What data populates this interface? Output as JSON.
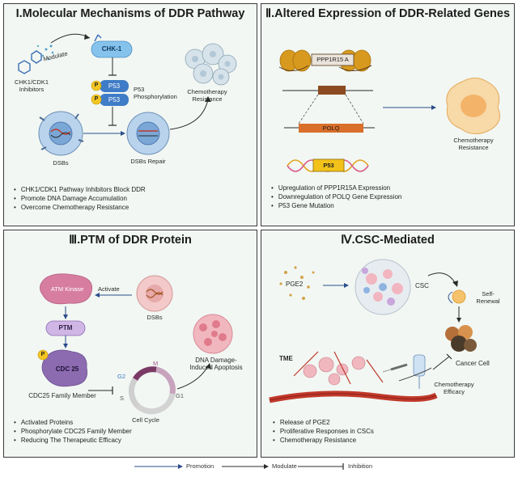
{
  "panels": {
    "p1": {
      "title": "I.Molecular Mechanisms of DDR Pathway",
      "labels": {
        "modulate": "Modulate",
        "chk1": "CHK-1",
        "inhibitors": "CHK1/CDK1 Inhibitors",
        "p": "P",
        "p53": "P53",
        "phospho": "P53 Phosphorylation",
        "chemo": "Chemotherapy Resistance",
        "dsbs": "DSBs",
        "repair": "DSBs Repair"
      },
      "bullets": [
        "CHK1/CDK1 Pathway Inhibitors Block DDR",
        "Promote DNA Damage Accumulation",
        "Overcome Chemotherapy Resistance"
      ]
    },
    "p2": {
      "title": "Ⅱ.Altered Expression of DDR-Related Genes",
      "labels": {
        "ppp": "PPP1R15 A",
        "polq": "POLQ",
        "p53": "P53",
        "chemo": "Chemotherapy Resistance"
      },
      "bullets": [
        "Upregulation of PPP1R15A Expression",
        "Downregulation of POLQ Gene Expression",
        "P53 Gene Mutation"
      ]
    },
    "p3": {
      "title": "Ⅲ.PTM of DDR Protein",
      "labels": {
        "atm": "ATM Kinase",
        "activate": "Activate",
        "dsbs": "DSBs",
        "ptm": "PTM",
        "p": "P",
        "cdc": "CDC 25",
        "family": "CDC25 Family Member",
        "m": "M",
        "g2": "G2",
        "s": "S",
        "g1": "G1",
        "cycle": "Cell Cycle",
        "apop": "DNA Damage-Induced Apoptosis"
      },
      "bullets": [
        "Activated Proteins",
        "Phosphorylate CDC25 Family Member",
        "Reducing The Therapeutic Efficacy"
      ]
    },
    "p4": {
      "title": "Ⅳ.CSC-Mediated",
      "labels": {
        "pge2": "PGE2",
        "csc": "CSC",
        "self": "Self-Renewal",
        "cancer": "Cancer Cell",
        "tme": "TME",
        "efficacy": "Chemotherapy Efficacy"
      },
      "bullets": [
        "Release of PGE2",
        "Proliferative Responses in CSCs",
        "Chemotherapy Resistance"
      ]
    }
  },
  "legend": {
    "promotion": "Promotion",
    "modulate": "Modulate",
    "inhibition": "Inhibition"
  },
  "colors": {
    "panel_bg": "#f2f7f3",
    "chk1_blue": "#86c3ec",
    "p53_blue": "#3f7cc7",
    "phospho_yellow": "#f3c623",
    "nucleosome": "#d79a1e",
    "gene_box": "#d96f2a",
    "atm_pink": "#d77ea0",
    "cdc_purple": "#8c6bb1",
    "cycle_m": "#7b3a66",
    "vessel_red": "#c0392b",
    "cancer_cell": "#f6c26b"
  }
}
